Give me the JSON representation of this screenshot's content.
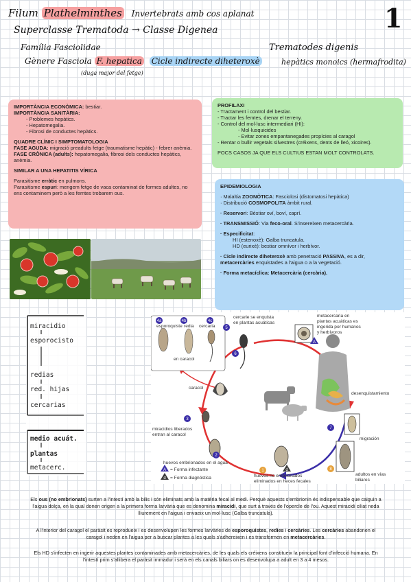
{
  "header": {
    "line1_a": "Filum",
    "line1_b": "Plathelminthes",
    "line1_c": "Invertebrats amb cos aplanat",
    "page_number": "1",
    "line2": "Superclasse Trematoda → Classe Digenea",
    "line3": "Família Fasciolidae",
    "line4_a": "Gènere Fasciola",
    "line4_b": "F. hepatica",
    "line4_c": "Cicle indirecte diheteroxè",
    "line4_note": "(duga major del fetge)",
    "right_1": "Trematodes digenis",
    "right_2": "hepàtics monoics (hermafrodita)"
  },
  "pink_box": {
    "l1_bold": "IMPORTÀNCIA ECONÒMICA:",
    "l1_rest": " bestiar.",
    "l2_bold": "IMPORTÀNCIA SANITÀRIA:",
    "items": [
      "- Problemes hepàtics.",
      "- Hepatomegalia.",
      "- Fibrosi de conductes hepàtics."
    ],
    "h2": "QUADRE CLÍNIC I SIMPTOMATOLOGIA",
    "aguda_bold": "FASE AGUDA:",
    "aguda_rest": " migració preadults fetge (traumatisme hepàtic) - febrer anèmia.",
    "cronica_bold": "FASE CRÒNICA (adults):",
    "cronica_rest": " hepatomegalia, fibrosi dels conductes hepàtics, anèmia.",
    "h3": "SIMILAR A UNA HEPATITIS VÍRICA",
    "p1_a": "Parasitisme ",
    "p1_b": "erràtic",
    "p1_c": " en pulmons.",
    "p2_a": "Parasitisme ",
    "p2_b": "espuri",
    "p2_c": ": mengem fetge de vaca contaminat de formes adultes, no ens contaminem però a les femtes trobarem ous."
  },
  "green_box": {
    "title": "PROFILAXI",
    "lines": [
      "- Tractament i control del bestiar.",
      "- Tractar les femtes, drenar el terreny.",
      "- Control del mol·lusc intermediari (HI):"
    ],
    "sub": [
      "- Mol·lusquicides",
      "- Evitar zones empantanegades propícies al caragol"
    ],
    "last": "- Rentar o bullir vegetals silvestres (créixens, dents de lleó, xicoires).",
    "note": "POCS CASOS JA QUE ELS CULTIUS ESTAN MOLT CONTROLATS."
  },
  "blue_box": {
    "title": "EPIDEMIOLOGIA",
    "l1_a": "· Malaltia ",
    "l1_b": "ZOONÒTICA",
    "l1_c": ": Fasciolosi (distomatosi hepàtica)",
    "l2_a": "· Distribució ",
    "l2_b": "COSMOPOLITA",
    "l2_c": " àmbit rural.",
    "l3_b": "· Reservori",
    "l3_c": ": Bèstiar oví, boví, caprí.",
    "l4_b": "· TRANSMISSIÓ",
    "l4_c": ": Via ",
    "l4_d": "feco-oral",
    "l4_e": ". S'insereixen metacercària.",
    "l5_b": "· Especificitat",
    "l5_c": ":",
    "l5_s1": "HI (estenoxè): Galba truncatula.",
    "l5_s2": "HD (eurixè): bestiar omnívor i herbívor.",
    "l6_b": "· Cicle indirecte diheteroxè",
    "l6_c": " amb penetració ",
    "l6_d": "PASSIVA",
    "l6_e": ", es a dir, ",
    "l6_f": "metacercàries",
    "l6_g": " enquistades a l'aigua o a la vegetació.",
    "l7_b": "· Forma metacíclica: Metacercària (cercària)."
  },
  "stage_list": [
    "miracidio",
    "esporocisto",
    "redias",
    "red. hijas",
    "cercarias",
    "medio acuát.",
    "plantas",
    "metacerc."
  ],
  "diagram": {
    "l_esporo": "esporoquiste",
    "l_redia": "redia",
    "l_cercaria": "cercaria",
    "l_en_caracol": "en caracol",
    "l_caracol": "caracol",
    "l_miracidios": "miracidios liberados",
    "l_miracidios2": "entran al caracol",
    "l_huevos_agua": "huevos embrionados en el agua",
    "l_cercarie_enq": "cercarie se enquista",
    "l_cercarie_enq2": "en plantas acuáticas",
    "l_meta1": "metacercaria en",
    "l_meta2": "plantas acuáticas es",
    "l_meta3": "ingerida por humanos",
    "l_meta4": "y herbívoros",
    "l_desenq": "desenquistamiento",
    "l_migracion": "migración",
    "l_huevos_no": "huevos no embrionados",
    "l_huevos_no2": "eliminados en heces fecales",
    "l_adultos": "adultos en vías",
    "l_adultos2": "biliares",
    "l_infect": "= Forma infectante",
    "l_diag": "= Forma diagnóstica",
    "n4a": "4a",
    "n4b": "4b",
    "n4c": "4c",
    "n1": "1",
    "n2": "2",
    "n3": "3",
    "n5": "5",
    "n6": "6",
    "n7": "7",
    "n8": "8",
    "letter_d": "d",
    "letter_A": "A",
    "colors": {
      "infectante": "#4a2bb0",
      "diagnostica": "#3a3a3a"
    }
  },
  "bottom": {
    "p1_a": "Els ",
    "p1_b": "ous (no embrionats)",
    "p1_c": " surten a l'intestí amb la bilis i són eliminats amb la matèria fecal al medi. Perquè aquests s'embrionin és indispensable que caiguin a l'aigua dolça, en la qual donen origen a la primera forma larvària que es denomina ",
    "p1_d": "miracidi",
    "p1_e": ", que surt a través de l'opercle de l'ou. Aquest miracidi ciliat neda lliurement en l'aigua i envaeix un mol·lusc (Galba truncatula).",
    "p2_a": "A l'interior del caragol el paràsit es reprodueix i es desenvolupen les formes larvàries de ",
    "p2_b": "esporoquistes",
    "p2_c": ", ",
    "p2_d": "redies",
    "p2_e": " i ",
    "p2_f": "cercàries",
    "p2_g": ". Les ",
    "p2_h": "cercàries",
    "p2_i": " abandonen el caragol i neden en l'aigua per a buscar plantes a les quals s'adhereixen i es transformen en ",
    "p2_j": "metacercàries",
    "p2_k": ".",
    "p3": "Els HD s'infecten en ingerir aquestes plantes contaminades amb metacercàries, de les quals els créixens constitueix la principal font d'infecció humana. En l'intestí prim s'allibera el paràsit immadur i serà en els canals biliars on es desenvolupa a adult en 3 a 4 mesos."
  }
}
